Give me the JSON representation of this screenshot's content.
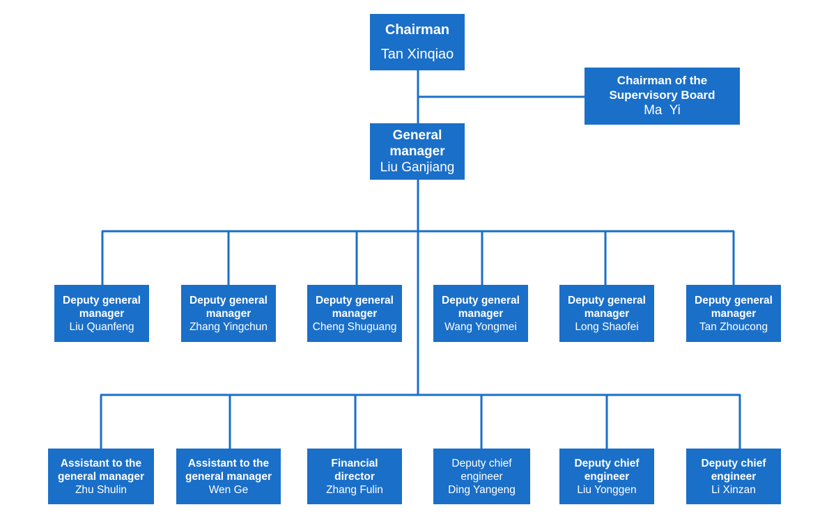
{
  "chairman": {
    "role": "Chairman",
    "name": "Tan Xinqiao"
  },
  "supervisory": {
    "role": "Chairman of the Supervisory Board",
    "name": "Ma  Yi"
  },
  "general_manager": {
    "role": "General manager",
    "name": "Liu Ganjiang"
  },
  "deputies": [
    {
      "role": "Deputy general manager",
      "name": "Liu Quanfeng"
    },
    {
      "role": "Deputy general manager",
      "name": "Zhang Yingchun"
    },
    {
      "role": "Deputy general manager",
      "name": "Cheng Shuguang"
    },
    {
      "role": "Deputy general manager",
      "name": "Wang Yongmei"
    },
    {
      "role": "Deputy general manager",
      "name": "Long Shaofei"
    },
    {
      "role": "Deputy general manager",
      "name": "Tan Zhoucong"
    }
  ],
  "assistants": [
    {
      "role": "Assistant to the general manager",
      "name": "Zhu Shulin"
    },
    {
      "role": "Assistant to the general manager",
      "name": "Wen Ge"
    },
    {
      "role": "Financial director",
      "name": "Zhang Fulin"
    },
    {
      "role": "Deputy chief engineer",
      "name": "Ding Yangeng"
    },
    {
      "role": "Deputy chief engineer",
      "name": "Liu Yonggen"
    },
    {
      "role": "Deputy chief engineer",
      "name": "Li Xinzan"
    }
  ],
  "colors": {
    "box": "#1a6fc8",
    "line": "#1a6fc8",
    "text": "#ffffff"
  }
}
